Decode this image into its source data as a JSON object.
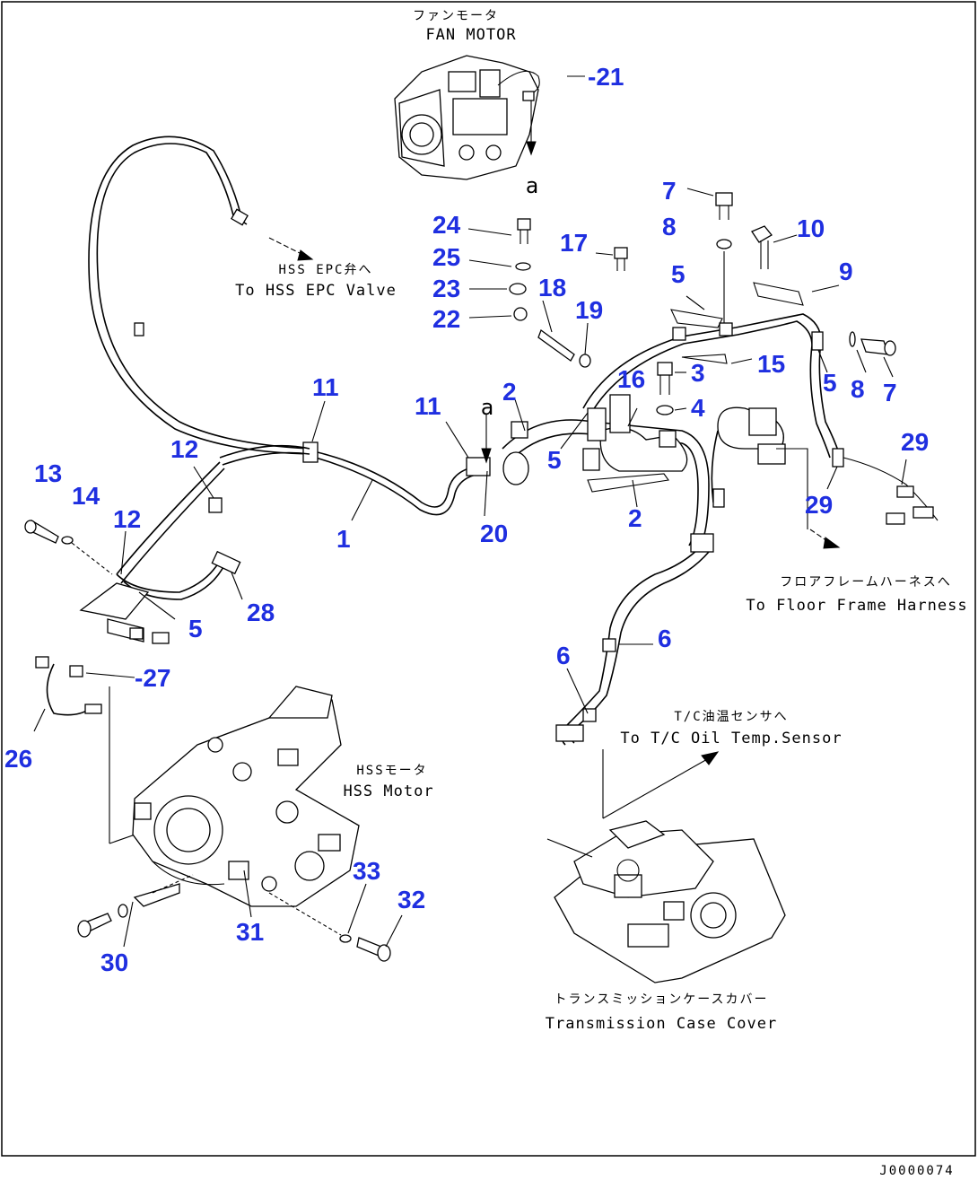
{
  "captions": {
    "fan_motor_jp": "ファンモータ",
    "fan_motor_en": "FAN MOTOR",
    "hss_epc_jp": "HSS EPC弁へ",
    "hss_epc_en": "To HSS EPC Valve",
    "floor_frame_jp": "フロアフレームハーネスへ",
    "floor_frame_en": "To Floor Frame Harness",
    "tc_sensor_jp": "T/C油温センサへ",
    "tc_sensor_en": "To T/C Oil Temp.Sensor",
    "hss_motor_jp": "HSSモータ",
    "hss_motor_en": "HSS Motor",
    "trans_cover_jp": "トランスミッションケースカバー",
    "trans_cover_en": "Transmission Case Cover",
    "view_a_top": "a",
    "view_a_mid": "a",
    "doc_code": "J0000074"
  },
  "callouts": {
    "c21": "-21",
    "c24": "24",
    "c25": "25",
    "c23": "23",
    "c22": "22",
    "c18": "18",
    "c17": "17",
    "c19": "19",
    "c7a": "7",
    "c8a": "8",
    "c10": "10",
    "c9": "9",
    "c5a": "5",
    "c3": "3",
    "c15": "15",
    "c4": "4",
    "c16": "16",
    "c5b": "5",
    "c8b": "8",
    "c7b": "7",
    "c29a": "29",
    "c29b": "29",
    "c2a": "2",
    "c2b": "2",
    "c5c": "5",
    "c11a": "11",
    "c11b": "11",
    "c20": "20",
    "c1": "1",
    "c12a": "12",
    "c12b": "12",
    "c13": "13",
    "c14": "14",
    "c5d": "5",
    "c28": "28",
    "c27": "-27",
    "c26": "26",
    "c6a": "6",
    "c6b": "6",
    "c33": "33",
    "c32": "32",
    "c31": "31",
    "c30": "30"
  },
  "colors": {
    "callout": "#1f2fe0",
    "line": "#000000",
    "background": "#ffffff"
  }
}
